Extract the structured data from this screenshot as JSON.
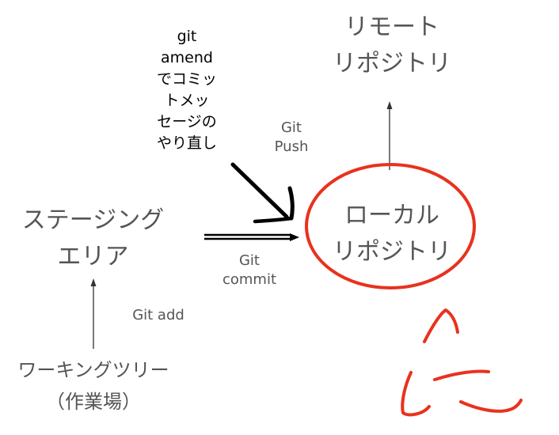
{
  "nodes": {
    "remote": [
      "リモート",
      "リポジトリ"
    ],
    "local": [
      "ローカル",
      "リポジトリ"
    ],
    "staging": [
      "ステージング",
      "エリア"
    ],
    "working": [
      "ワーキングツリー",
      "（作業場）"
    ]
  },
  "arrows": {
    "push": [
      "Git",
      "Push"
    ],
    "commit": [
      "Git",
      "commit"
    ],
    "add": "Git add"
  },
  "annotation": [
    "git",
    "amend",
    "でコミッ",
    "トメッ",
    "セージの",
    "やり直し"
  ],
  "highlight_color": "#e8321e"
}
